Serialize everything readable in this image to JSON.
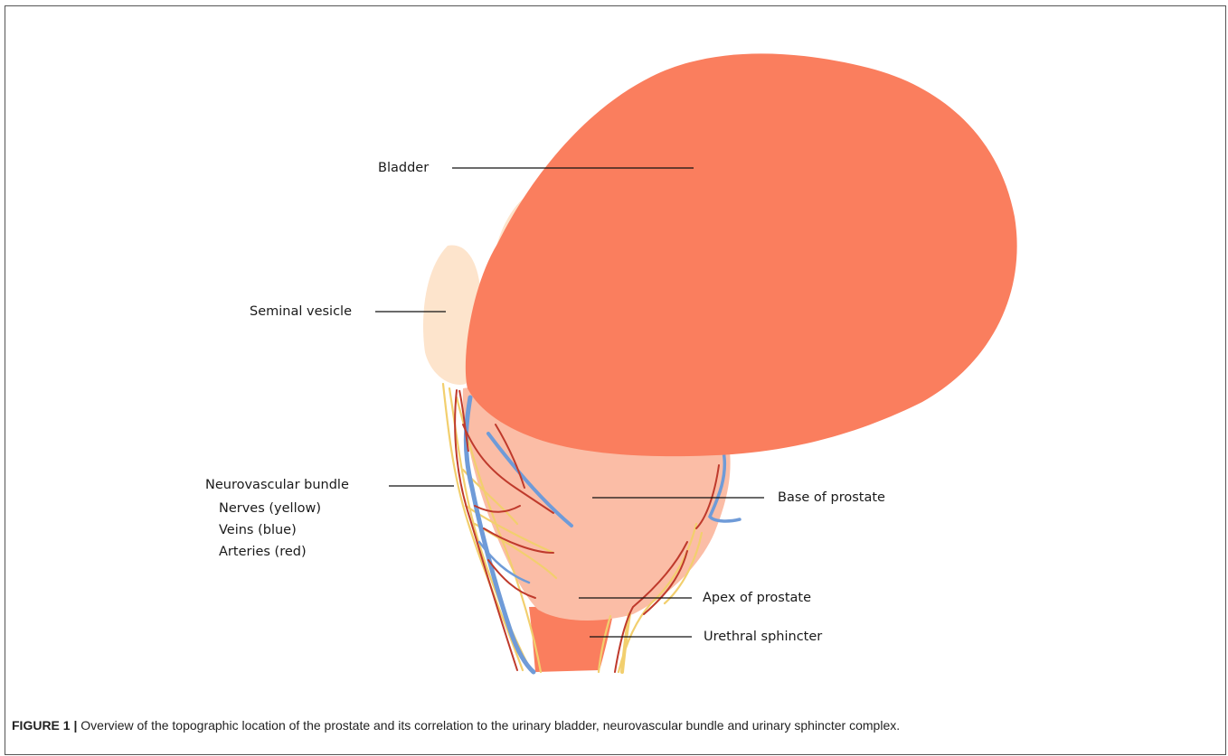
{
  "labels": {
    "bladder": "Bladder",
    "seminal_vesicle": "Seminal vesicle",
    "neurovascular_bundle": "Neurovascular bundle",
    "nerves": "Nerves (yellow)",
    "veins": "Veins (blue)",
    "arteries": "Arteries (red)",
    "base_of_prostate": "Base of prostate",
    "apex_of_prostate": "Apex of prostate",
    "urethral_sphincter": "Urethral sphincter"
  },
  "caption": {
    "figure_label": "FIGURE 1 |",
    "text": " Overview of the topographic location of the prostate and its correlation to the urinary bladder, neurovascular bundle and urinary sphincter complex."
  },
  "colors": {
    "bladder": "#fa7e5e",
    "prostate": "#fbbda6",
    "seminal_vesicle": "#fde4cc",
    "sphincter": "#fa7e5e",
    "nerves": "#f2cf6e",
    "veins": "#6f9bd8",
    "arteries": "#bf3a2c"
  }
}
